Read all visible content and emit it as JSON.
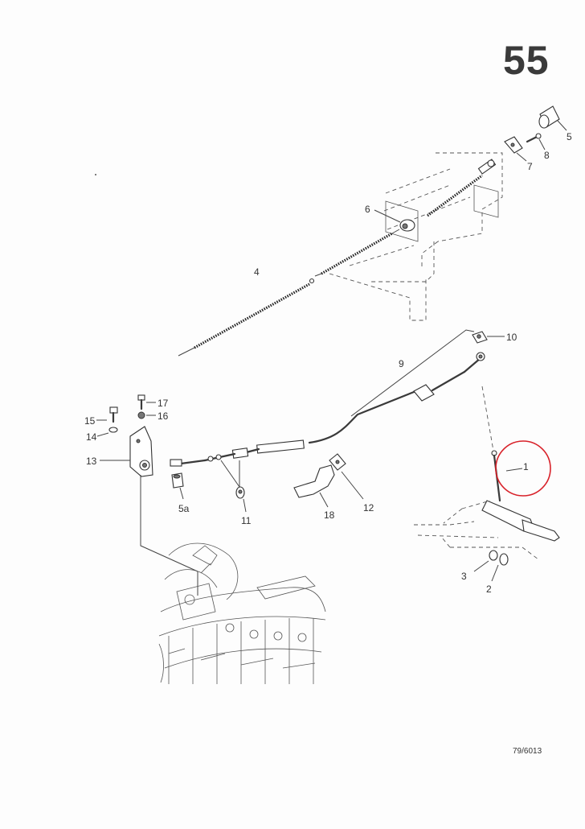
{
  "page": {
    "number": "55",
    "drawing_code": "79/6013"
  },
  "callouts": {
    "c1": "1",
    "c2": "2",
    "c3": "3",
    "c4": "4",
    "c5": "5",
    "c5a": "5a",
    "c6": "6",
    "c7": "7",
    "c8": "8",
    "c9": "9",
    "c10": "10",
    "c11": "11",
    "c12": "12",
    "c13": "13",
    "c14": "14",
    "c15": "15",
    "c16": "16",
    "c17": "17",
    "c18": "18"
  },
  "highlight": {
    "color": "#d8222a",
    "target": "1"
  }
}
